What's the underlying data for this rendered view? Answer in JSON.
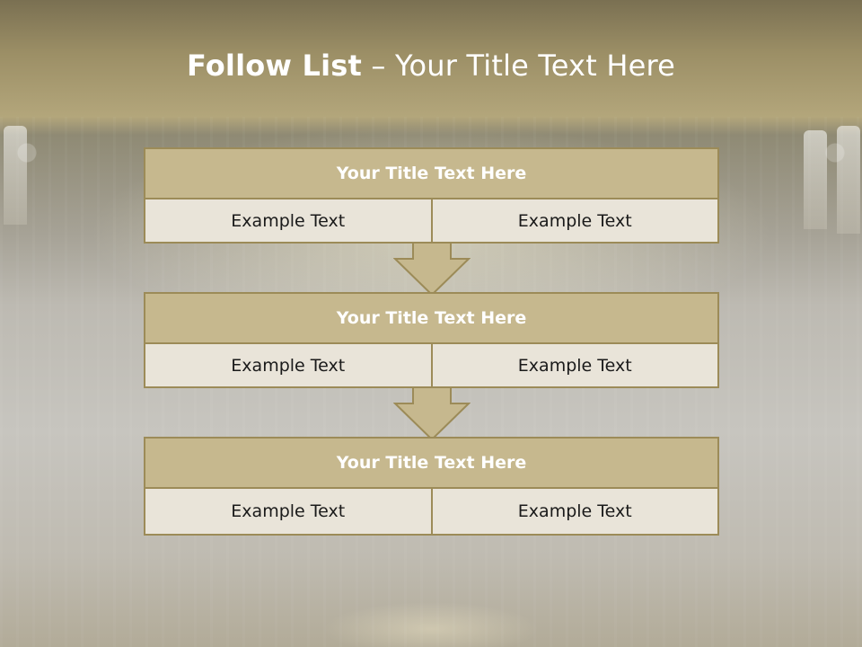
{
  "slide": {
    "title_bold": "Follow List",
    "title_rest": " – Your Title Text Here"
  },
  "blocks": [
    {
      "title": "Your Title Text Here",
      "left": "Example Text",
      "right": "Example Text"
    },
    {
      "title": "Your Title Text Here",
      "left": "Example Text",
      "right": "Example Text"
    },
    {
      "title": "Your Title Text Here",
      "left": "Example Text",
      "right": "Example Text"
    }
  ],
  "colors": {
    "header_fill": "#c6b88e",
    "border": "#9c8b58",
    "cell_fill": "#e9e4d9",
    "arrow_fill": "#c6b88e"
  }
}
